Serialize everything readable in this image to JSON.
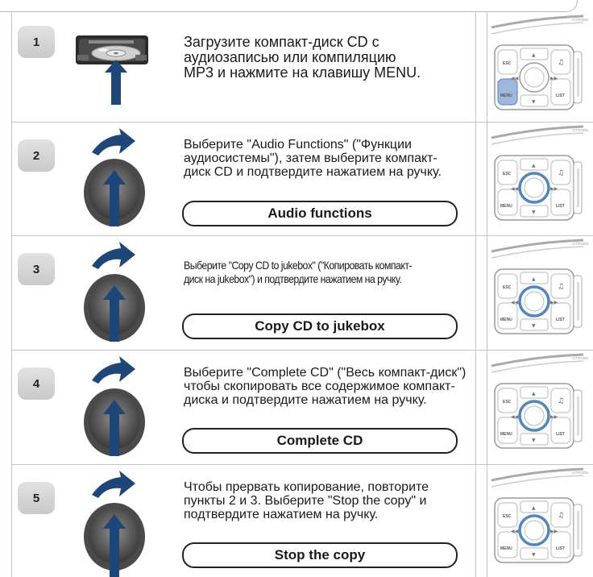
{
  "steps": [
    {
      "number": "1",
      "text_lines": [
        "Загрузите компакт-диск CD с",
        "аудиозаписью или компиляцию",
        "MP3 и нажмите на клавишу MENU."
      ],
      "button_label": "",
      "image": "cd-insert"
    },
    {
      "number": "2",
      "text_lines": [
        "Выберите \"Audio Functions\" (\"Функции",
        "аудиосистемы\"), затем выберите компакт-",
        "диск CD и подтвердите нажатием на ручку."
      ],
      "button_label": "Audio functions",
      "image": "rotate-knob"
    },
    {
      "number": "3",
      "text_lines": [
        "Выберите \"Copy CD to jukebox\" (\"Копировать компакт-",
        "диск на jukebox\") и подтвердите нажатием на ручку."
      ],
      "button_label": "Copy CD to jukebox",
      "image": "rotate-knob"
    },
    {
      "number": "4",
      "text_lines": [
        "Выберите \"Complete CD\" (\"Весь компакт-диск\")",
        "чтобы скопировать все содержимое компакт-",
        "диска и подтвердите нажатием на ручку."
      ],
      "button_label": "Complete CD",
      "image": "rotate-knob"
    },
    {
      "number": "5",
      "text_lines": [
        "Чтобы прервать копирование, повторите",
        "пункты 2 и 3. Выберите \"Stop the copy\" и",
        "подтвердите нажатием на ручку."
      ],
      "button_label": "Stop the copy",
      "image": "rotate-knob"
    }
  ],
  "panel": {
    "esc": "ESC",
    "menu": "MENU",
    "list": "LIST",
    "brand": "CITROËN"
  },
  "colors": {
    "highlight": "#4f86c6",
    "menu_highlight": "#9fb7dc",
    "arrow": "#1c4778"
  }
}
